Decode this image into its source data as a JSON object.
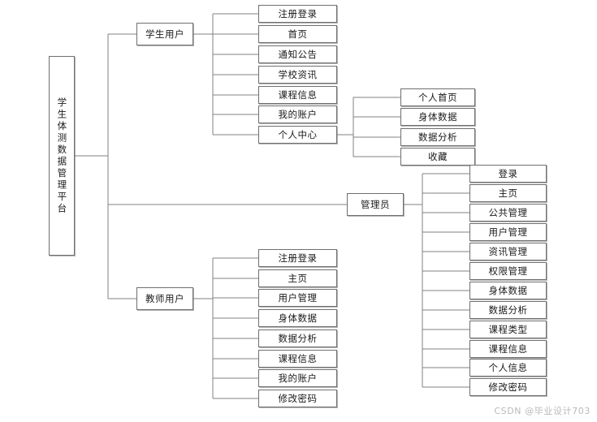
{
  "diagram": {
    "title": "学生体测数据管理平台",
    "root": {
      "label": "学生体测数据管理平台"
    },
    "branches": {
      "student": {
        "label": "学生用户",
        "items": [
          {
            "label": "注册登录"
          },
          {
            "label": "首页"
          },
          {
            "label": "通知公告"
          },
          {
            "label": "学校资讯"
          },
          {
            "label": "课程信息"
          },
          {
            "label": "我的账户"
          },
          {
            "label": "个人中心"
          }
        ]
      },
      "personal_center": {
        "parent_label": "个人中心",
        "items": [
          {
            "label": "个人首页"
          },
          {
            "label": "身体数据"
          },
          {
            "label": "数据分析"
          },
          {
            "label": "收藏"
          }
        ]
      },
      "admin": {
        "label": "管理员",
        "items": [
          {
            "label": "登录"
          },
          {
            "label": "主页"
          },
          {
            "label": "公共管理"
          },
          {
            "label": "用户管理"
          },
          {
            "label": "资讯管理"
          },
          {
            "label": "权限管理"
          },
          {
            "label": "身体数据"
          },
          {
            "label": "数据分析"
          },
          {
            "label": "课程类型"
          },
          {
            "label": "课程信息"
          },
          {
            "label": "个人信息"
          },
          {
            "label": "修改密码"
          }
        ]
      },
      "teacher": {
        "label": "教师用户",
        "items": [
          {
            "label": "注册登录"
          },
          {
            "label": "主页"
          },
          {
            "label": "用户管理"
          },
          {
            "label": "身体数据"
          },
          {
            "label": "数据分析"
          },
          {
            "label": "课程信息"
          },
          {
            "label": "我的账户"
          },
          {
            "label": "修改密码"
          }
        ]
      }
    },
    "watermark": "CSDN @毕业设计703",
    "colors": {
      "box_border": "#6f6f6f",
      "line": "#808080",
      "text": "#1a1a1a",
      "background": "#ffffff",
      "watermark": "#b9b9b9"
    }
  }
}
